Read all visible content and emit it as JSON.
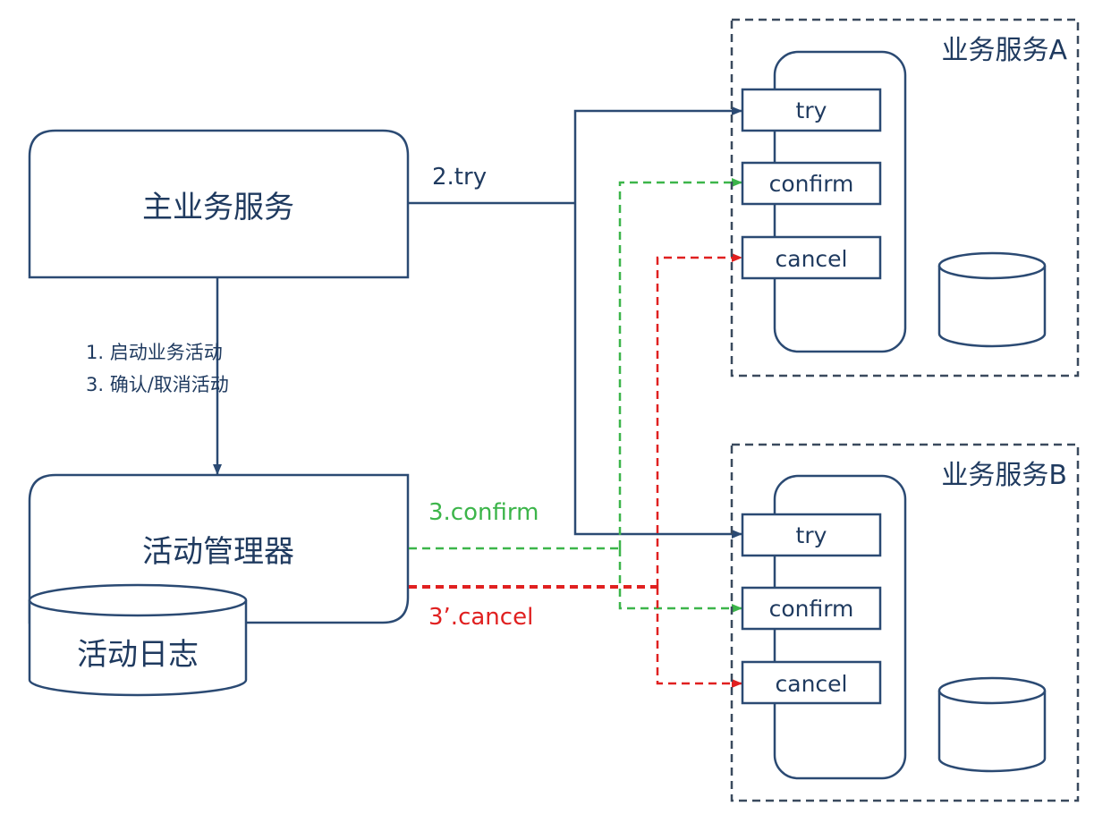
{
  "boxes": {
    "main_service": "主业务服务",
    "activity_manager": "活动管理器",
    "activity_log": "活动日志"
  },
  "services": [
    {
      "title": "业务服务A",
      "endpoints": [
        "try",
        "confirm",
        "cancel"
      ]
    },
    {
      "title": "业务服务B",
      "endpoints": [
        "try",
        "confirm",
        "cancel"
      ]
    }
  ],
  "edges": {
    "try_label": "2.try",
    "start_label": "1. 启动业务活动",
    "confirm_cancel_label": "3. 确认/取消活动",
    "confirm_label": "3.confirm",
    "cancel_label": "3’.cancel"
  },
  "colors": {
    "box_stroke": "#2b4a73",
    "confirm": "#3cb54a",
    "cancel": "#e02020"
  }
}
